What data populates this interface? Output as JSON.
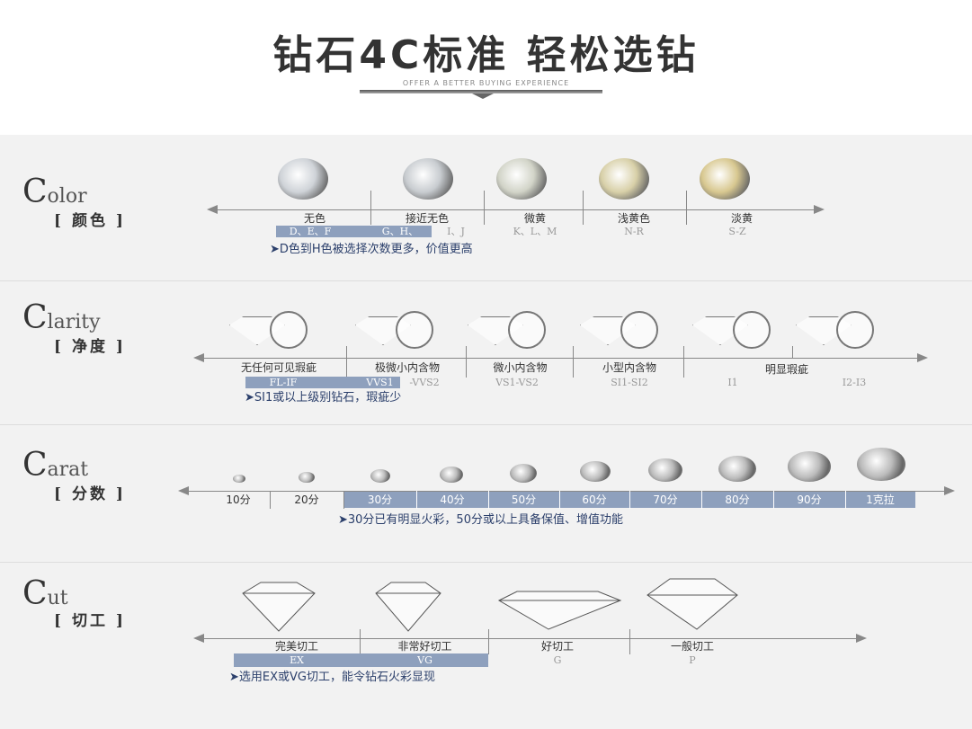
{
  "header": {
    "title": "钻石4C标准 轻松选钻",
    "subtitle": "OFFER A BETTER BUYING EXPERIENCE"
  },
  "color": {
    "title_initial": "C",
    "title_rest": "olor",
    "cn": "[ 颜色 ]",
    "labels": [
      "无色",
      "接近无色",
      "微黄",
      "浅黄色",
      "淡黄"
    ],
    "grades": [
      "D、E、F",
      "G、H、",
      "I、J",
      "K、L、M",
      "N-R",
      "S-Z"
    ],
    "note": "➤D色到H色被选择次数更多，价值更高",
    "tints": [
      "#cfd3d8",
      "#c8ccd0",
      "#d2d4c8",
      "#d8d0a8",
      "#d8c890"
    ]
  },
  "clarity": {
    "title_initial": "C",
    "title_rest": "larity",
    "cn": "[ 净度 ]",
    "labels": [
      "无任何可见瑕疵",
      "极微小内含物",
      "微小内含物",
      "小型内含物",
      "明显瑕疵"
    ],
    "grades": [
      "FL-IF",
      "VVS1",
      "-VVS2",
      "VS1-VS2",
      "SI1-SI2",
      "I1",
      "I2-I3"
    ],
    "note": "➤SI1或以上级别钻石，瑕疵少"
  },
  "carat": {
    "title_initial": "C",
    "title_rest": "arat",
    "cn": "[ 分数 ]",
    "labels": [
      "10分",
      "20分",
      "30分",
      "40分",
      "50分",
      "60分",
      "70分",
      "80分",
      "90分",
      "1克拉"
    ],
    "note": "➤30分已有明显火彩，50分或以上具备保值、增值功能"
  },
  "cut": {
    "title_initial": "C",
    "title_rest": "ut",
    "cn": "[ 切工 ]",
    "labels": [
      "完美切工",
      "非常好切工",
      "好切工",
      "一般切工"
    ],
    "grades": [
      "EX",
      "VG",
      "G",
      "P"
    ],
    "note": "➤选用EX或VG切工，能令钻石火彩显现"
  }
}
